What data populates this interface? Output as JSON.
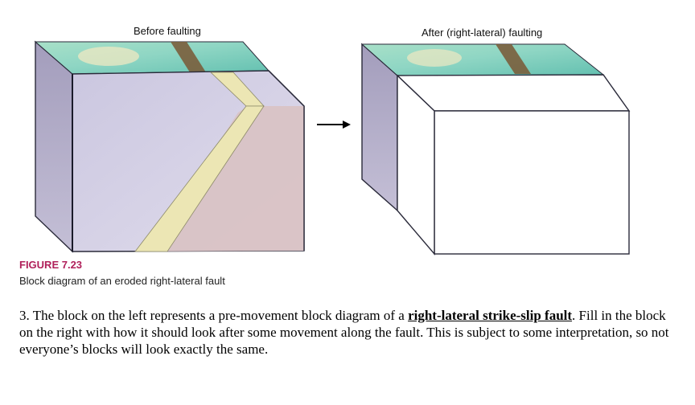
{
  "diagram": {
    "before_label": "Before faulting",
    "after_label": "After (right-lateral) faulting",
    "figure_number": "FIGURE 7.23",
    "figure_caption": "Block diagram of an eroded right-lateral fault"
  },
  "question": {
    "lead": "3. The block on the left represents a pre-movement block diagram of a ",
    "bold_term": "right-lateral strike-slip fault",
    "rest": ".  Fill in the block on the right with how it should look after some movement along the fault.  This is subject to some interpretation, so not everyone’s blocks will look exactly the same."
  },
  "colors": {
    "left_face": "#b9b3cf",
    "front_face": "#d6d2e6",
    "top_terrain": "#8fd6c4",
    "dike": "#ece6b4",
    "pink_rock": "#d9c3c5",
    "caption_red": "#b0205a"
  }
}
